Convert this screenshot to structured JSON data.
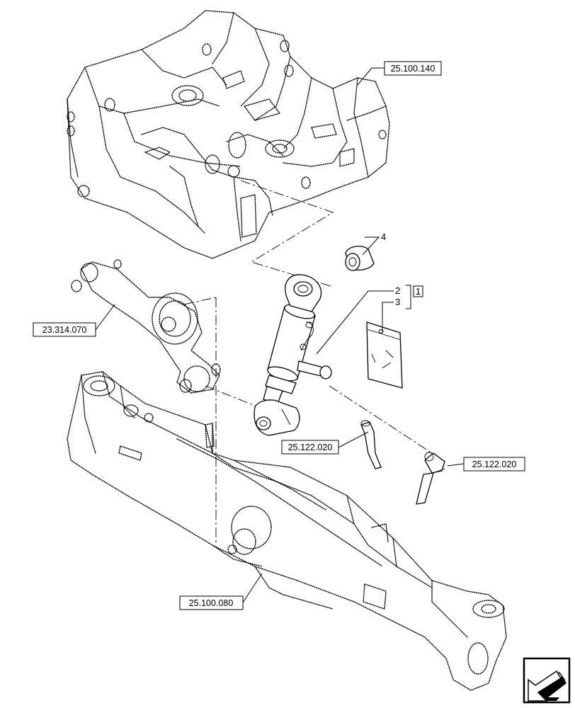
{
  "refs": {
    "r1": "25.100.140",
    "r2": "23.314.070",
    "r3": "25.122.020",
    "r4": "25.122.020",
    "r5": "25.100.080"
  },
  "callouts": {
    "c4": "4",
    "c2": "2",
    "c3": "3",
    "c1": "1"
  },
  "nav_icon": "next-page-arrow-icon"
}
